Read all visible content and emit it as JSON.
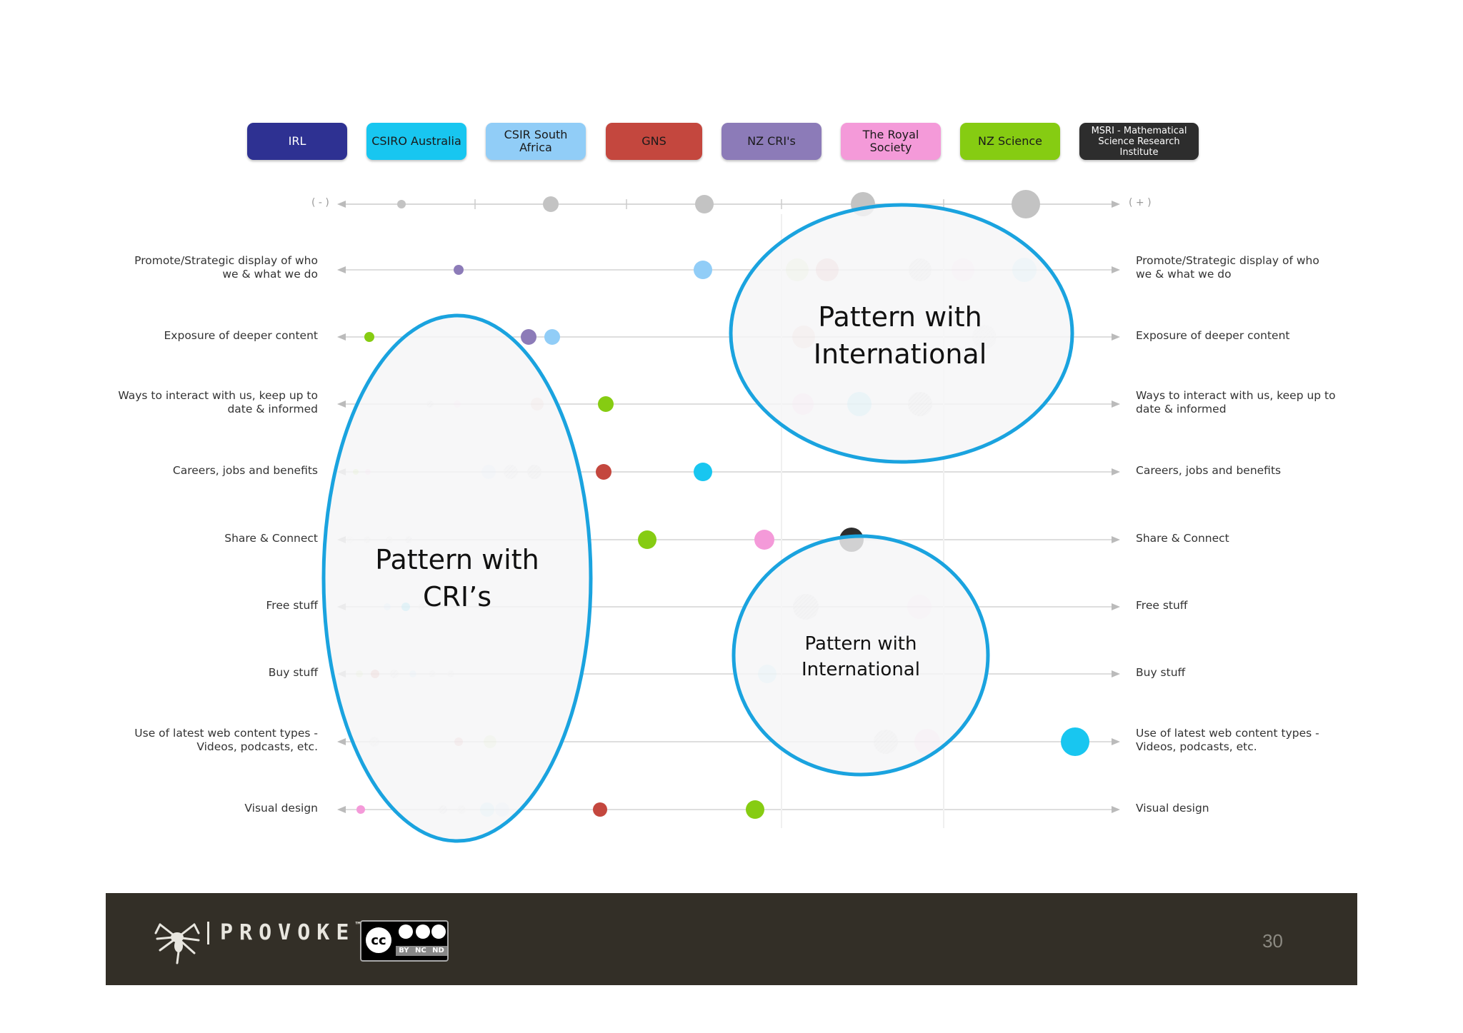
{
  "legend": [
    {
      "label": "IRL",
      "color": "#2e3192",
      "text_color": "#ffffff"
    },
    {
      "label": "CSIRO Australia",
      "color": "#18c6f0",
      "text_color": "#1a1a1a"
    },
    {
      "label": "CSIR South Africa",
      "color": "#91cdf7",
      "text_color": "#1a1a1a"
    },
    {
      "label": "GNS",
      "color": "#c4473e",
      "text_color": "#1a1a1a"
    },
    {
      "label": "NZ CRI's",
      "color": "#8c7bb8",
      "text_color": "#1a1a1a"
    },
    {
      "label": "The Royal\nSociety",
      "color": "#f49ad9",
      "text_color": "#1a1a1a"
    },
    {
      "label": "NZ Science",
      "color": "#86cc12",
      "text_color": "#1a1a1a"
    },
    {
      "label": "MSRI - Mathematical\nScience Research\nInstitute",
      "color": "#2d2d2d",
      "text_color": "#ffffff"
    }
  ],
  "scale": {
    "minus_label": "( - )",
    "plus_label": "( + )"
  },
  "rows": [
    {
      "label": "Promote/Strategic display of who\nwe & what we do"
    },
    {
      "label": "Exposure of deeper content"
    },
    {
      "label": "Ways to interact with us, keep up to\ndate & informed"
    },
    {
      "label": "Careers, jobs and benefits"
    },
    {
      "label": "Share & Connect"
    },
    {
      "label": "Free stuff"
    },
    {
      "label": "Buy stuff"
    },
    {
      "label": "Use of latest web content types -\nVideos, podcasts, etc."
    },
    {
      "label": "Visual design"
    }
  ],
  "callouts": {
    "cri": "Pattern with\nCRI’s",
    "intl_top": "Pattern with\nInternational",
    "intl_bottom": "Pattern with\nInternational"
  },
  "colors": {
    "ellipse_stroke": "#1aa3df",
    "footer_bg": "#332f27"
  },
  "footer": {
    "brand": "PROVOKE",
    "trademark": "™",
    "cc_terms": [
      "BY",
      "NC",
      "ND"
    ],
    "cc_mark": "cc",
    "page_number": "30"
  }
}
